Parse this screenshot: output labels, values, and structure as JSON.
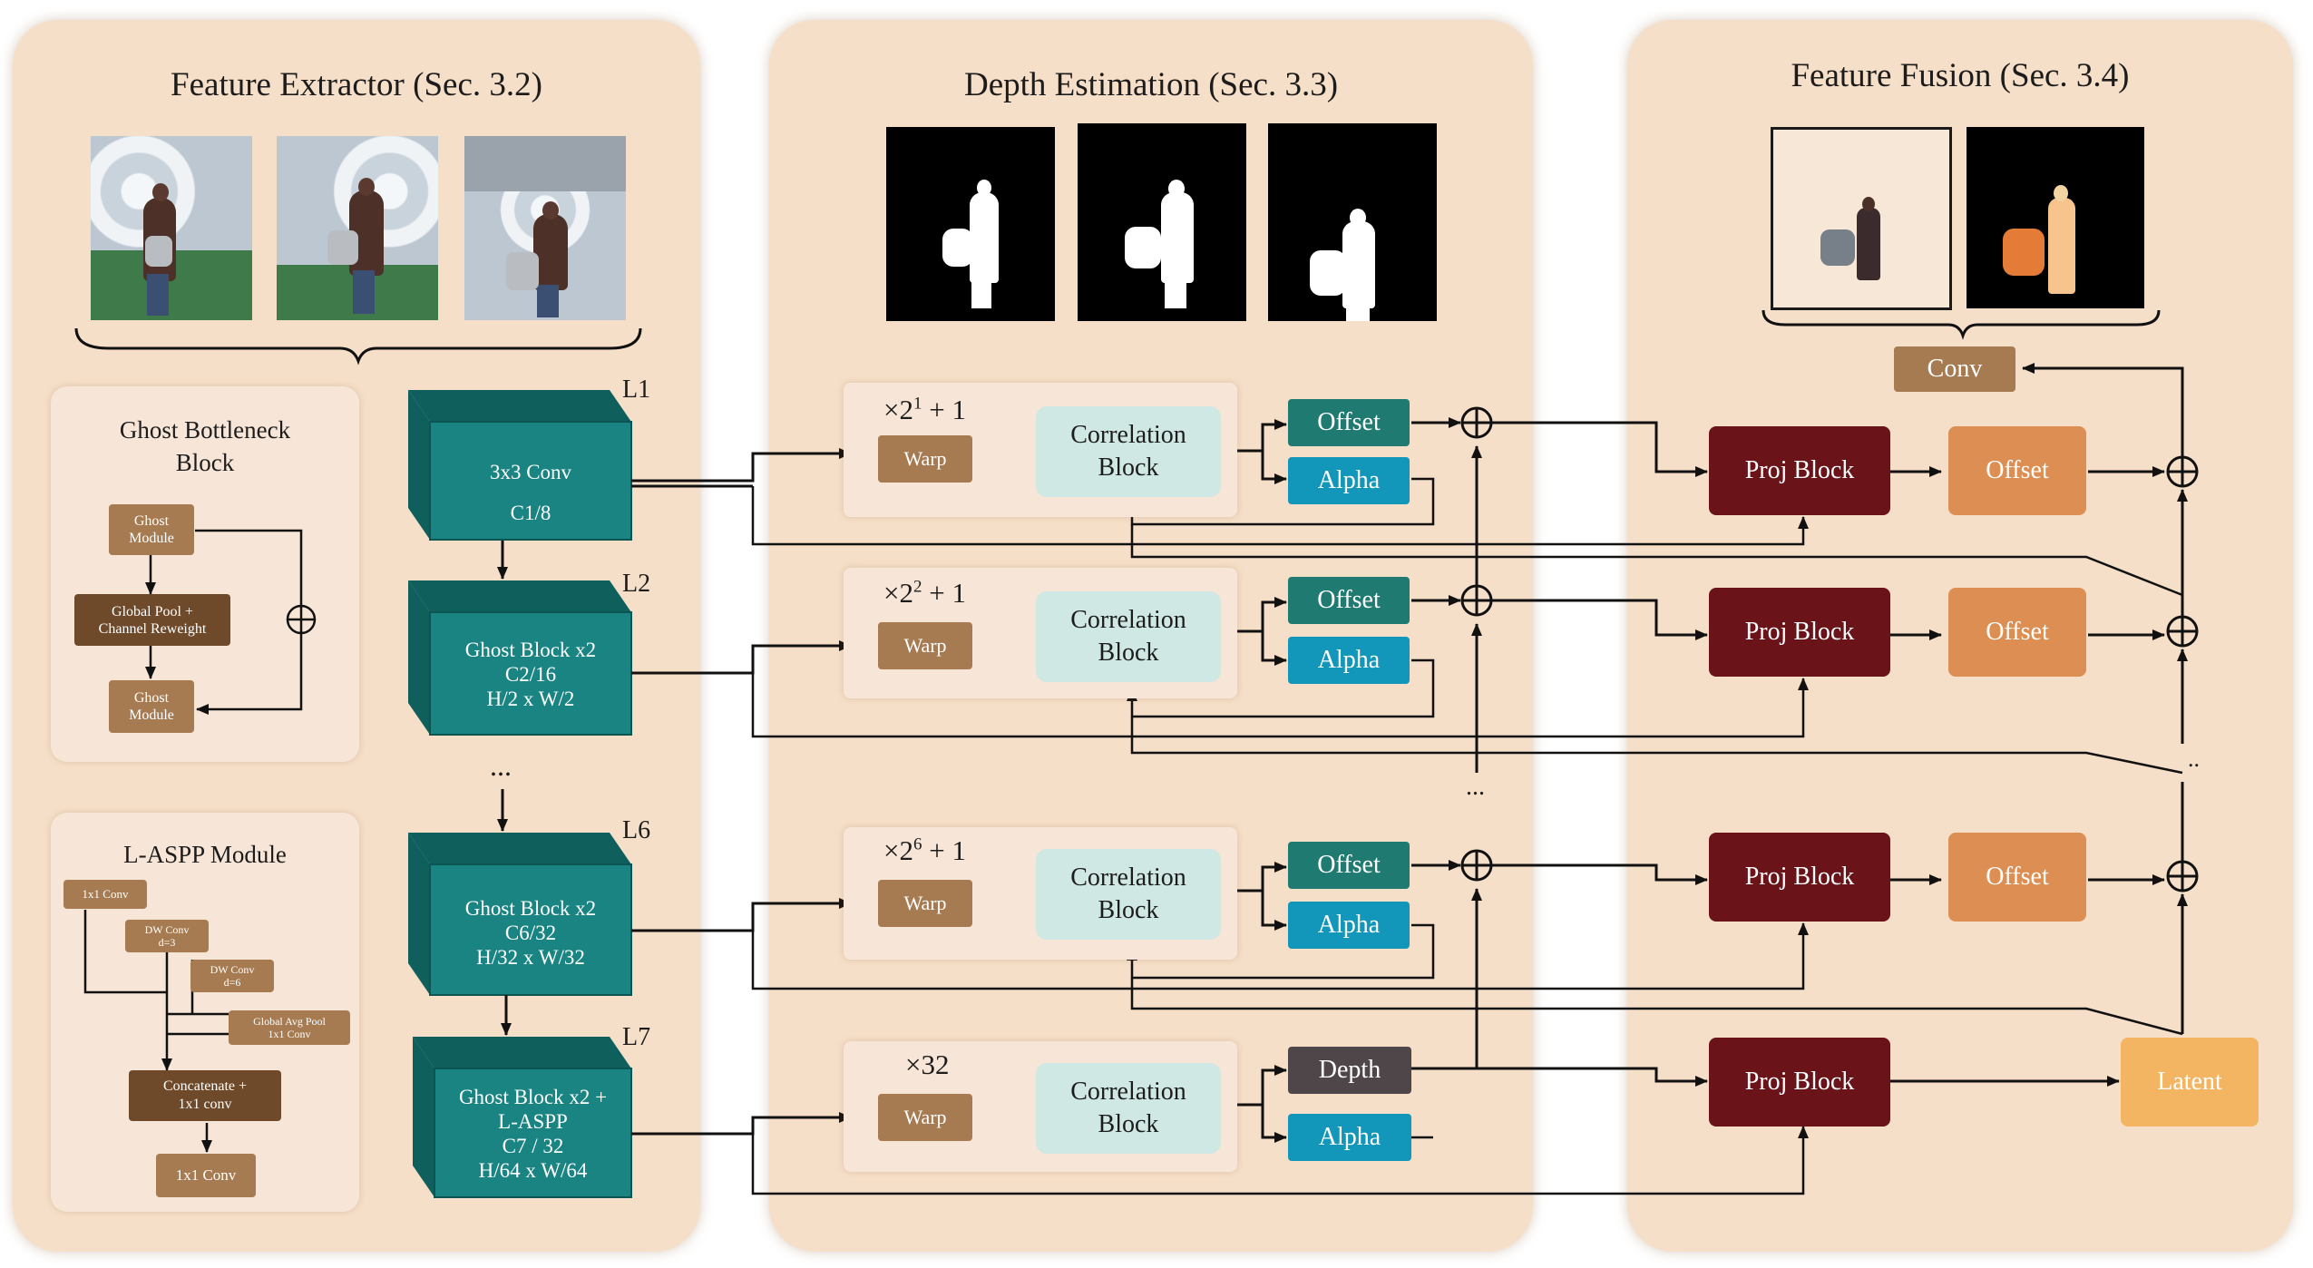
{
  "panels": {
    "extractor_title": "Feature Extractor (Sec. 3.2)",
    "depth_title": "Depth Estimation (Sec. 3.3)",
    "fusion_title": "Feature Fusion (Sec. 3.4)"
  },
  "ghost_bottleneck": {
    "title_line1": "Ghost Bottleneck",
    "title_line2": "Block",
    "module_top": [
      "Ghost",
      "Module"
    ],
    "global_pool": [
      "Global Pool +",
      "Channel Reweight"
    ],
    "module_bottom": [
      "Ghost",
      "Module"
    ]
  },
  "laspp": {
    "title": "L-ASPP Module",
    "conv1x1": "1x1 Conv",
    "dwconv3": [
      "DW Conv",
      "d=3"
    ],
    "dwconv6": [
      "DW Conv",
      "d=6"
    ],
    "gap": [
      "Global Avg Pool",
      "1x1 Conv"
    ],
    "concat": [
      "Concatenate +",
      "1x1 conv"
    ],
    "out_conv": "1x1 Conv"
  },
  "levels": {
    "l1": {
      "tag": "L1",
      "lines": [
        "3x3 Conv",
        "C1/8"
      ]
    },
    "l2": {
      "tag": "L2",
      "lines": [
        "Ghost Block x2",
        "C2/16",
        "H/2 x W/2"
      ]
    },
    "ellipsis": "...",
    "l6": {
      "tag": "L6",
      "lines": [
        "Ghost Block x2",
        "C6/32",
        "H/32 x W/32"
      ]
    },
    "l7": {
      "tag": "L7",
      "lines": [
        "Ghost Block x2 +",
        "L-ASPP",
        "C7 / 32",
        "H/64 x W/64"
      ]
    }
  },
  "depth": {
    "rows": [
      {
        "mult_base": "×2",
        "mult_exp": "1",
        "mult_tail": " + 1",
        "warp": "Warp",
        "corr": [
          "Correlation",
          "Block"
        ],
        "out_top": "Offset",
        "out_bottom": "Alpha"
      },
      {
        "mult_base": "×2",
        "mult_exp": "2",
        "mult_tail": " + 1",
        "warp": "Warp",
        "corr": [
          "Correlation",
          "Block"
        ],
        "out_top": "Offset",
        "out_bottom": "Alpha"
      },
      {
        "mult_base": "×2",
        "mult_exp": "6",
        "mult_tail": " + 1",
        "warp": "Warp",
        "corr": [
          "Correlation",
          "Block"
        ],
        "out_top": "Offset",
        "out_bottom": "Alpha"
      },
      {
        "mult_base": "×32",
        "mult_exp": "",
        "mult_tail": "",
        "warp": "Warp",
        "corr": [
          "Correlation",
          "Block"
        ],
        "out_top": "Depth",
        "out_bottom": "Alpha"
      }
    ],
    "ellipsis": "..."
  },
  "fusion": {
    "conv": "Conv",
    "proj": [
      "Proj Block",
      "Proj Block",
      "Proj Block",
      "Proj Block"
    ],
    "offset": [
      "Offset",
      "Offset",
      "Offset"
    ],
    "latent": "Latent",
    "ellipsis": ".."
  },
  "colors": {
    "panel_bg": "#f6dfc8",
    "teal_dark": "#167a78",
    "brown": "#a67b52",
    "dark_brown": "#6e4a2a",
    "corr_fill": "#cfe8e3",
    "offset_green": "#1f7b72",
    "alpha_blue": "#1297ba",
    "depth_gray": "#4e4648",
    "proj_red": "#6a141a",
    "offset_orange": "#dd8e52",
    "latent_yellow": "#f4b562"
  }
}
